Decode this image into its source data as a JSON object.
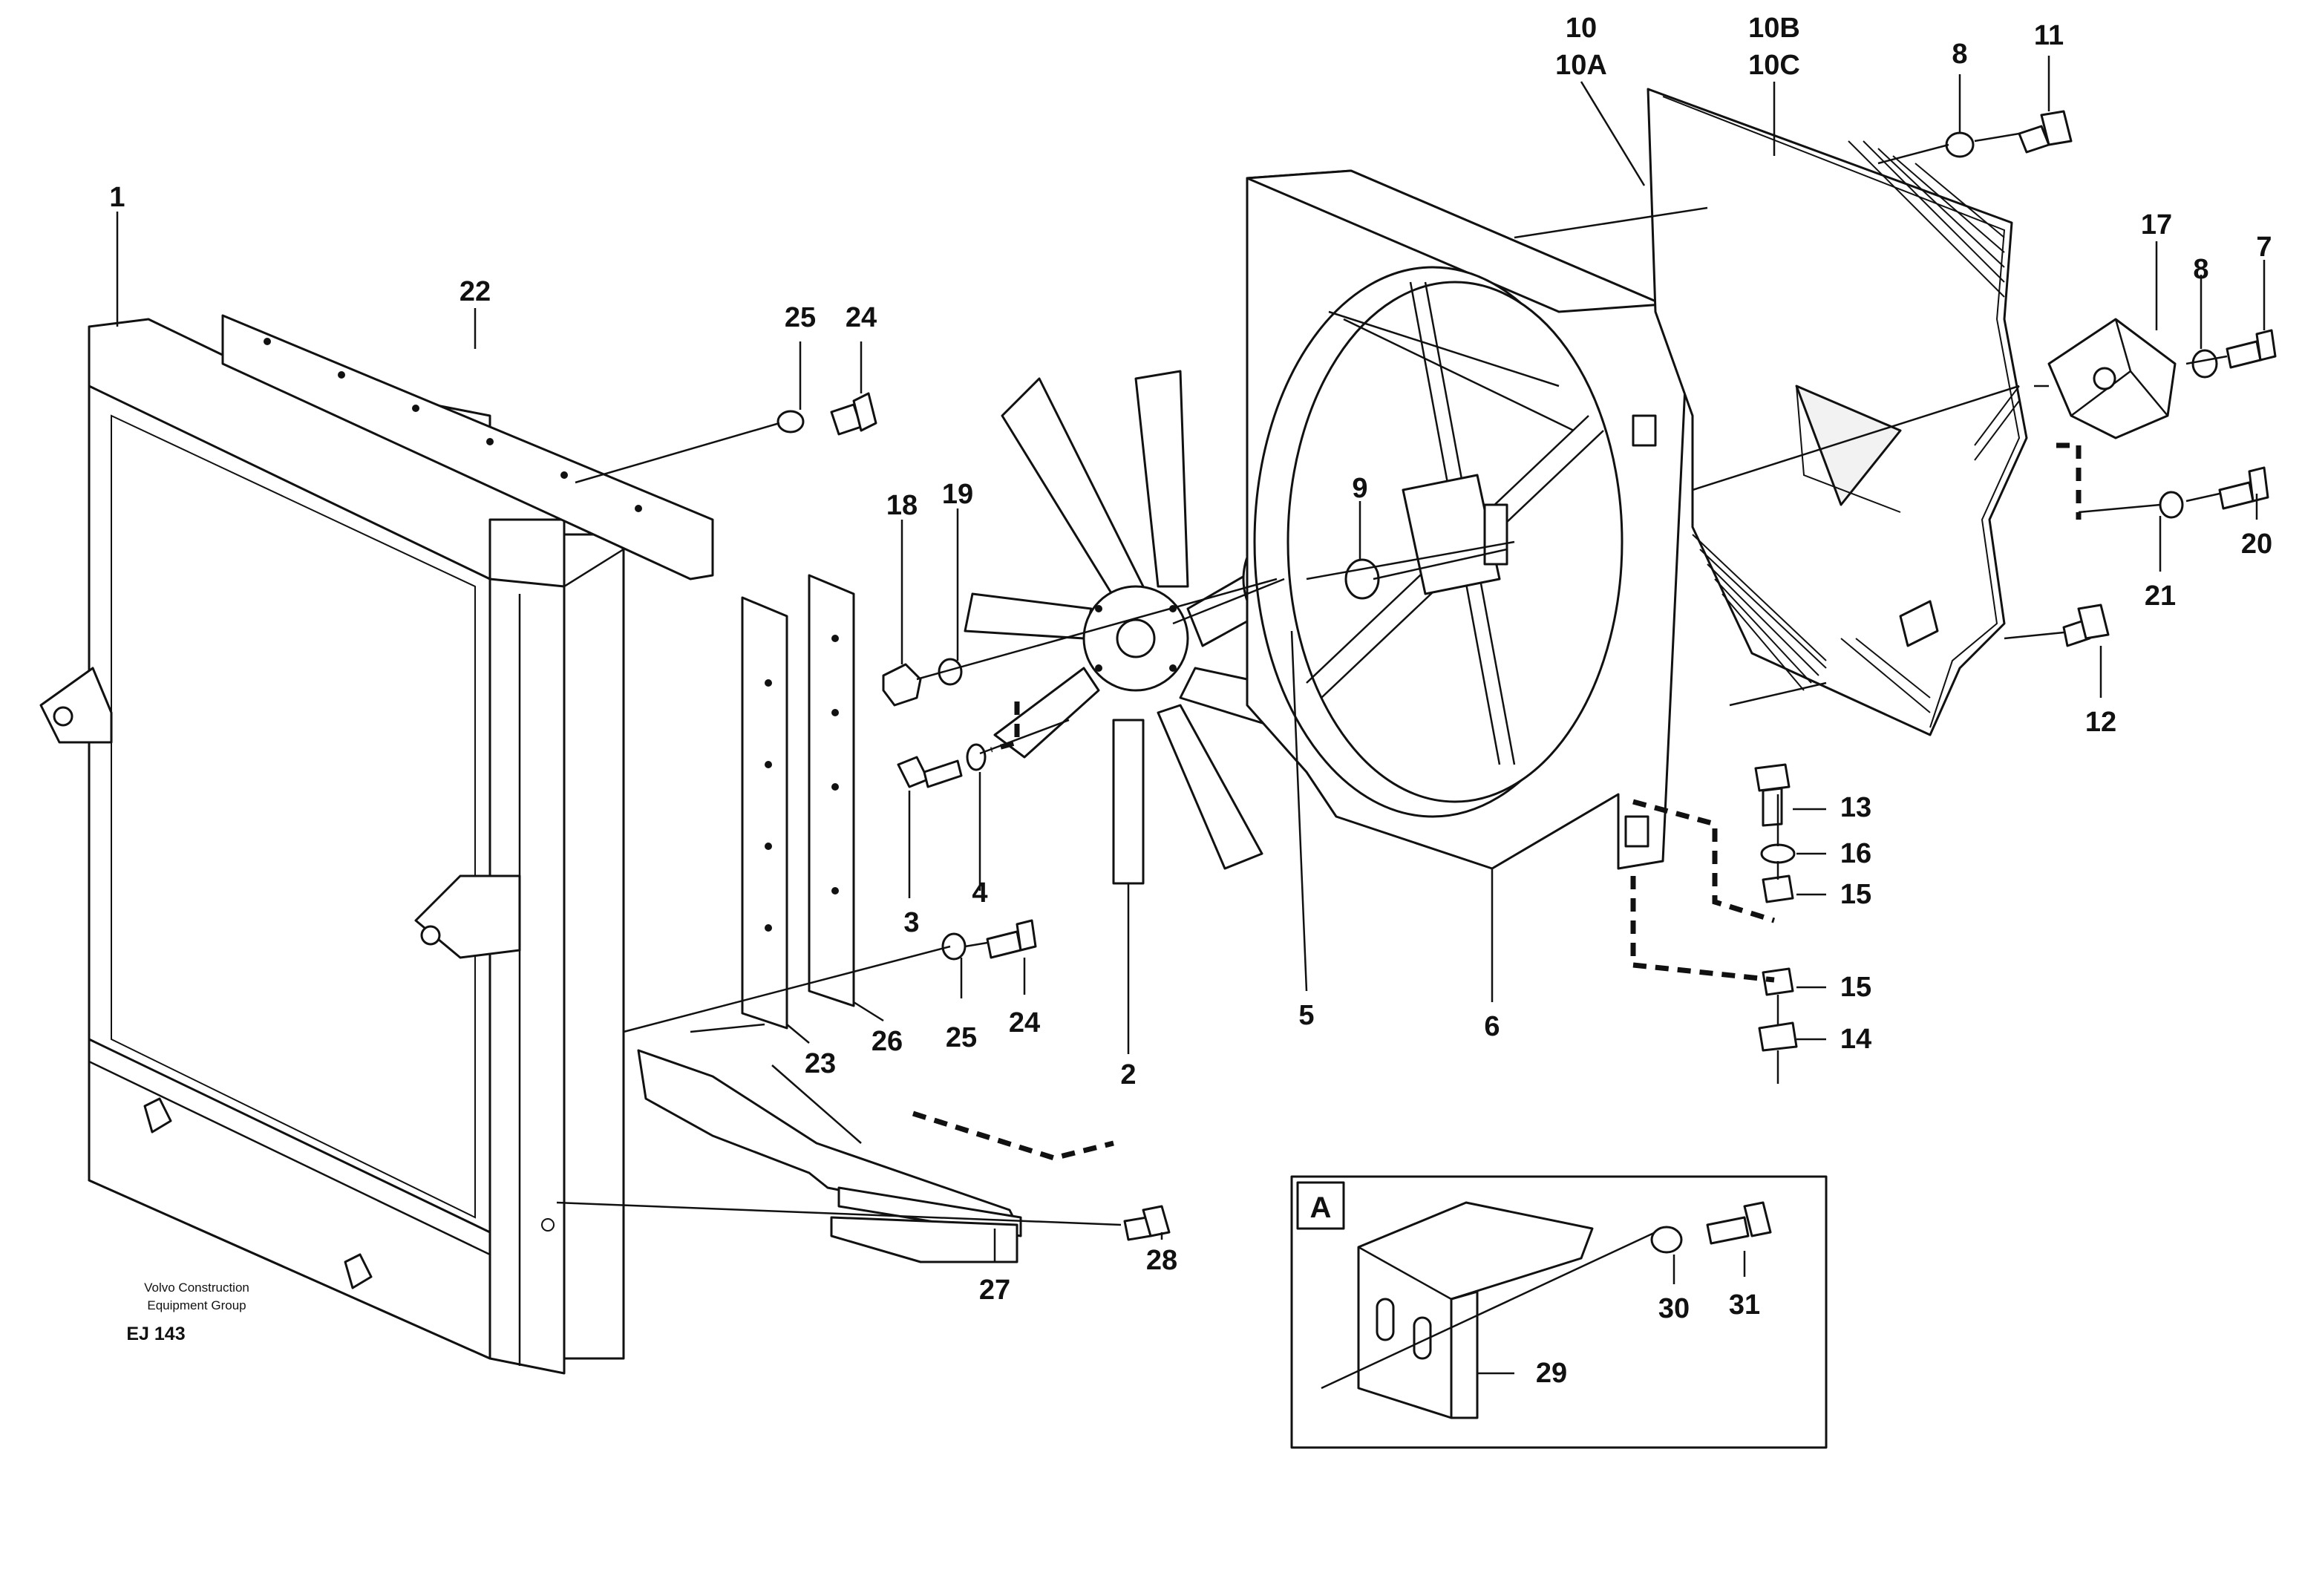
{
  "document": {
    "credit_line1": "Volvo Construction",
    "credit_line2": "Equipment Group",
    "drawing_number": "EJ 143"
  },
  "inset": {
    "tag": "A"
  },
  "callouts": {
    "c1": "1",
    "c2": "2",
    "c3": "3",
    "c4": "4",
    "c5": "5",
    "c6": "6",
    "c7": "7",
    "c8a": "8",
    "c8b": "8",
    "c9": "9",
    "c10": "10",
    "c10a": "10A",
    "c10b": "10B",
    "c10c": "10C",
    "c11": "11",
    "c12": "12",
    "c13": "13",
    "c14": "14",
    "c15a": "15",
    "c15b": "15",
    "c16": "16",
    "c17": "17",
    "c18": "18",
    "c19": "19",
    "c20": "20",
    "c21": "21",
    "c22": "22",
    "c23": "23",
    "c24a": "24",
    "c24b": "24",
    "c25a": "25",
    "c25b": "25",
    "c26": "26",
    "c27": "27",
    "c28": "28",
    "c29": "29",
    "c30": "30",
    "c31": "31"
  }
}
